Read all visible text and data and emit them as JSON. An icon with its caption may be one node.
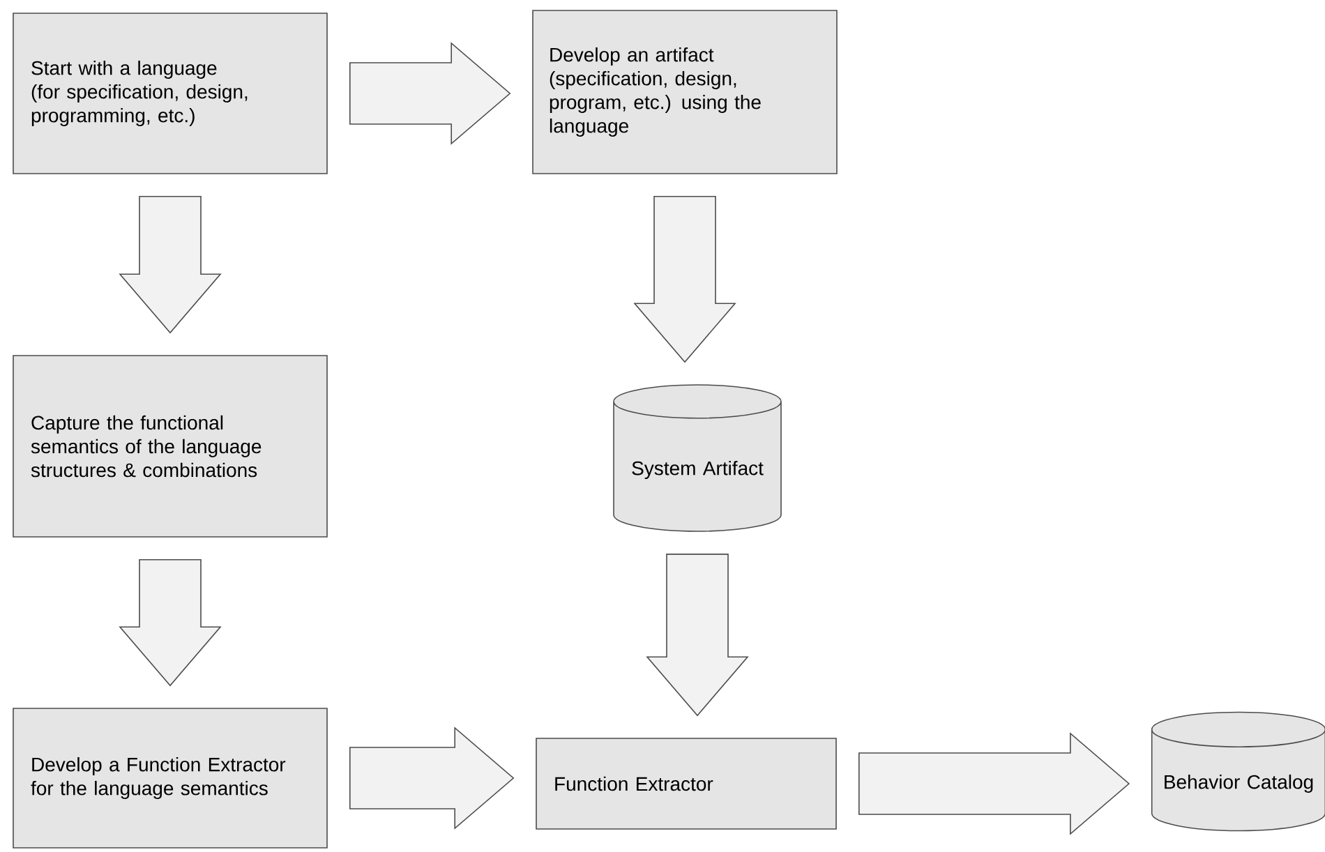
{
  "diagram": {
    "nodes": [
      {
        "text": [
          "Start with a language (for specification, design, programming, etc.)"
        ]
      },
      {
        "text": [
          "Develop an artifact (specification, design, program, etc.) using the language"
        ]
      },
      {
        "text": [
          "Capture the functional semantics of the language structures & combinations"
        ]
      },
      {
        "text": [
          "System Artifact"
        ]
      },
      {
        "text": [
          "Develop a Function Extractor for the language semantics"
        ]
      },
      {
        "text": [
          "Function Extractor"
        ]
      },
      {
        "text": [
          "Behavior Catalog"
        ]
      }
    ],
    "edges": [
      {
        "from": 0,
        "to": 1,
        "arrow": "to"
      },
      {
        "from": 0,
        "to": 2,
        "arrow": "to"
      },
      {
        "from": 1,
        "to": 3,
        "arrow": "to"
      },
      {
        "from": 2,
        "to": 4,
        "arrow": "to"
      },
      {
        "from": 3,
        "to": 5,
        "arrow": "to"
      },
      {
        "from": 4,
        "to": 5,
        "arrow": "to"
      },
      {
        "from": 5,
        "to": 6,
        "arrow": "to"
      }
    ]
  }
}
